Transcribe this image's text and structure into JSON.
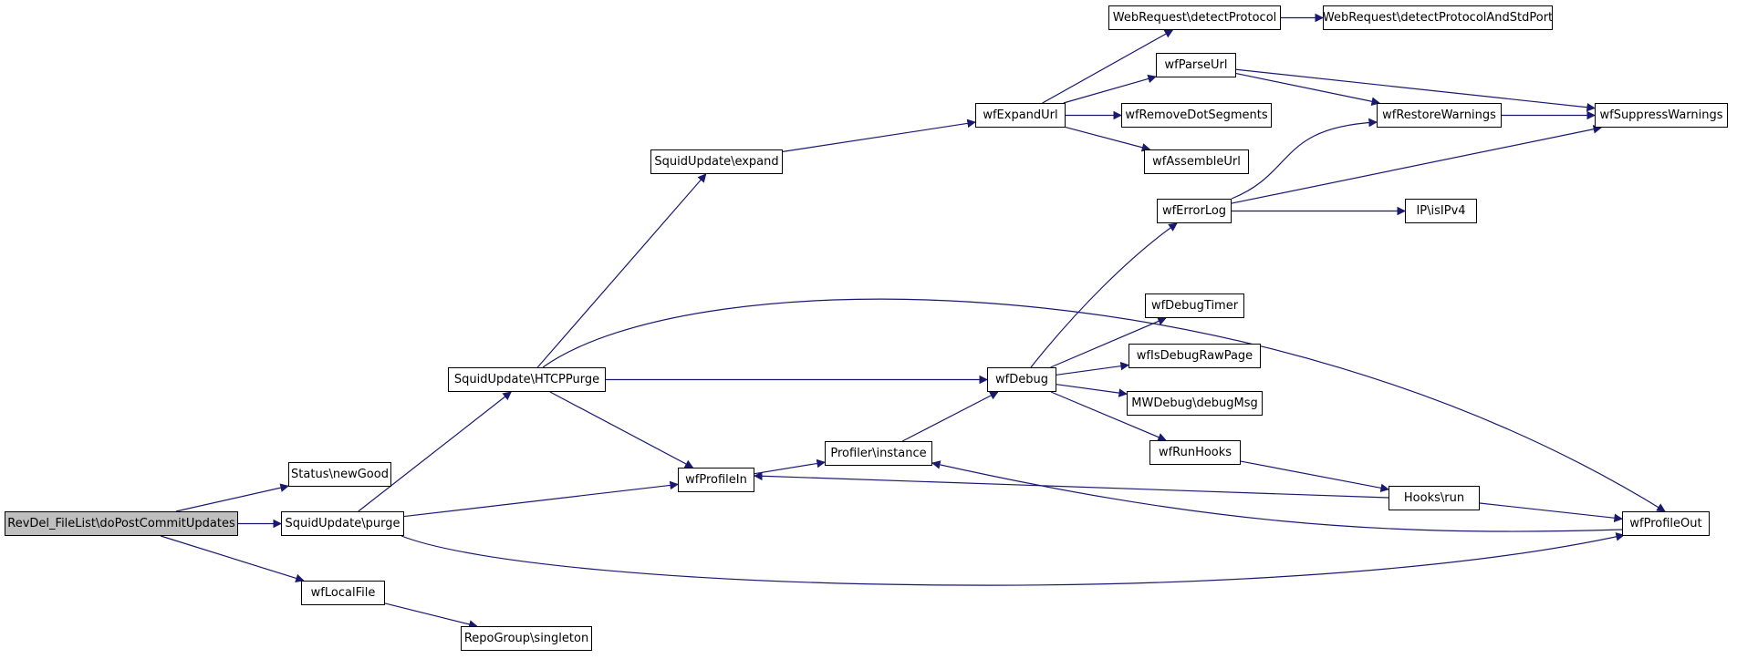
{
  "diagram": {
    "type": "call-graph",
    "colors": {
      "edge": "#191970",
      "node_border": "#000000",
      "root_fill": "#bfbfbf",
      "node_fill": "#ffffff"
    },
    "nodes": [
      {
        "id": "root",
        "label": "RevDel_FileList\\doPostCommitUpdates",
        "root": true
      },
      {
        "id": "status_newGood",
        "label": "Status\\newGood"
      },
      {
        "id": "squid_purge",
        "label": "SquidUpdate\\purge"
      },
      {
        "id": "wfLocalFile",
        "label": "wfLocalFile"
      },
      {
        "id": "repo_singleton",
        "label": "RepoGroup\\singleton"
      },
      {
        "id": "squid_htcp",
        "label": "SquidUpdate\\HTCPPurge"
      },
      {
        "id": "squid_expand",
        "label": "SquidUpdate\\expand"
      },
      {
        "id": "wfProfileIn",
        "label": "wfProfileIn"
      },
      {
        "id": "profiler_instance",
        "label": "Profiler\\instance"
      },
      {
        "id": "wfDebug",
        "label": "wfDebug"
      },
      {
        "id": "wfExpandUrl",
        "label": "wfExpandUrl"
      },
      {
        "id": "web_detect",
        "label": "WebRequest\\detectProtocol"
      },
      {
        "id": "web_detect_std",
        "label": "WebRequest\\detectProtocolAndStdPort"
      },
      {
        "id": "wfParseUrl",
        "label": "wfParseUrl"
      },
      {
        "id": "wfRemoveDot",
        "label": "wfRemoveDotSegments"
      },
      {
        "id": "wfAssembleUrl",
        "label": "wfAssembleUrl"
      },
      {
        "id": "wfErrorLog",
        "label": "wfErrorLog"
      },
      {
        "id": "wfDebugTimer",
        "label": "wfDebugTimer"
      },
      {
        "id": "wfIsDebugRaw",
        "label": "wfIsDebugRawPage"
      },
      {
        "id": "mwdebug_msg",
        "label": "MWDebug\\debugMsg"
      },
      {
        "id": "wfRunHooks",
        "label": "wfRunHooks"
      },
      {
        "id": "hooks_run",
        "label": "Hooks\\run"
      },
      {
        "id": "wfRestoreWarnings",
        "label": "wfRestoreWarnings"
      },
      {
        "id": "wfSuppressWarnings",
        "label": "wfSuppressWarnings"
      },
      {
        "id": "ip_isipv4",
        "label": "IP\\isIPv4"
      },
      {
        "id": "wfProfileOut",
        "label": "wfProfileOut"
      }
    ],
    "edges": [
      [
        "root",
        "status_newGood"
      ],
      [
        "root",
        "squid_purge"
      ],
      [
        "root",
        "wfLocalFile"
      ],
      [
        "wfLocalFile",
        "repo_singleton"
      ],
      [
        "squid_purge",
        "squid_htcp"
      ],
      [
        "squid_purge",
        "wfProfileIn"
      ],
      [
        "squid_purge",
        "wfProfileOut"
      ],
      [
        "squid_htcp",
        "squid_expand"
      ],
      [
        "squid_htcp",
        "wfDebug"
      ],
      [
        "squid_htcp",
        "wfProfileIn"
      ],
      [
        "squid_htcp",
        "wfProfileOut"
      ],
      [
        "squid_expand",
        "wfExpandUrl"
      ],
      [
        "wfExpandUrl",
        "web_detect"
      ],
      [
        "wfExpandUrl",
        "wfParseUrl"
      ],
      [
        "wfExpandUrl",
        "wfRemoveDot"
      ],
      [
        "wfExpandUrl",
        "wfAssembleUrl"
      ],
      [
        "web_detect",
        "web_detect_std"
      ],
      [
        "wfParseUrl",
        "wfRestoreWarnings"
      ],
      [
        "wfParseUrl",
        "wfSuppressWarnings"
      ],
      [
        "wfRestoreWarnings",
        "wfSuppressWarnings"
      ],
      [
        "wfErrorLog",
        "wfRestoreWarnings"
      ],
      [
        "wfErrorLog",
        "wfSuppressWarnings"
      ],
      [
        "wfErrorLog",
        "ip_isipv4"
      ],
      [
        "wfDebug",
        "wfErrorLog"
      ],
      [
        "wfDebug",
        "wfDebugTimer"
      ],
      [
        "wfDebug",
        "wfIsDebugRaw"
      ],
      [
        "wfDebug",
        "mwdebug_msg"
      ],
      [
        "wfDebug",
        "wfRunHooks"
      ],
      [
        "wfRunHooks",
        "hooks_run"
      ],
      [
        "hooks_run",
        "wfProfileIn"
      ],
      [
        "hooks_run",
        "wfProfileOut"
      ],
      [
        "wfProfileIn",
        "profiler_instance"
      ],
      [
        "profiler_instance",
        "wfDebug"
      ],
      [
        "wfProfileOut",
        "profiler_instance"
      ]
    ]
  }
}
